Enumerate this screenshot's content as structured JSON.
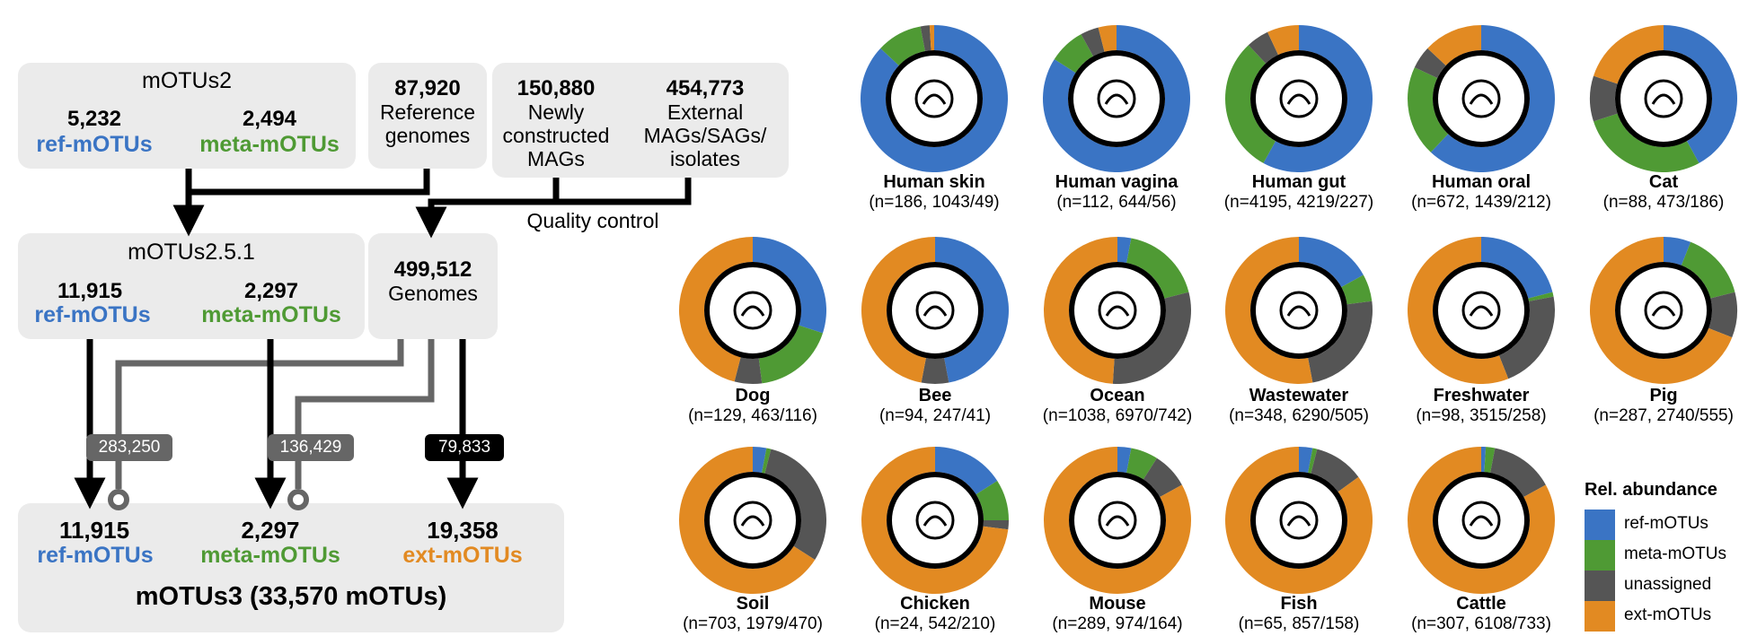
{
  "flow": {
    "motus2": {
      "title": "mOTUs2",
      "ref_count": "5,232",
      "ref_label": "ref-mOTUs",
      "meta_count": "2,494",
      "meta_label": "meta-mOTUs"
    },
    "reference": {
      "count": "87,920",
      "label_1": "Reference",
      "label_2": "genomes"
    },
    "newly": {
      "count": "150,880",
      "label_1": "Newly",
      "label_2": "constructed",
      "label_3": "MAGs"
    },
    "external": {
      "count": "454,773",
      "label_1": "External",
      "label_2": "MAGs/SAGs/",
      "label_3": "isolates"
    },
    "quality_control": "Quality control",
    "motus251": {
      "title": "mOTUs2.5.1",
      "ref_count": "11,915",
      "ref_label": "ref-mOTUs",
      "meta_count": "2,297",
      "meta_label": "meta-mOTUs"
    },
    "genomes": {
      "count": "499,512",
      "label": "Genomes"
    },
    "pills": {
      "ref_added": "283,250",
      "meta_added": "136,429",
      "ext_added": "79,833"
    },
    "motus3": {
      "ref_count": "11,915",
      "ref_label": "ref-mOTUs",
      "meta_count": "2,297",
      "meta_label": "meta-mOTUs",
      "ext_count": "19,358",
      "ext_label": "ext-mOTUs",
      "title": "mOTUs3 (33,570 mOTUs)"
    }
  },
  "colors": {
    "ref": "#3a74c4",
    "meta": "#4f9a34",
    "unassigned": "#555555",
    "ext": "#e28a22",
    "box": "#ebebeb"
  },
  "chart_data": {
    "type": "pie",
    "variant": "donut",
    "series_order": [
      "ref-mOTUs",
      "meta-mOTUs",
      "unassigned",
      "ext-mOTUs"
    ],
    "environments": [
      {
        "name": "Human skin",
        "stats": "(n=186, 1043/49)",
        "icon": "skin-icon",
        "values": [
          0.87,
          0.1,
          0.02,
          0.01
        ]
      },
      {
        "name": "Human vagina",
        "stats": "(n=112, 644/56)",
        "icon": "torso-icon",
        "values": [
          0.84,
          0.08,
          0.04,
          0.04
        ]
      },
      {
        "name": "Human gut",
        "stats": "(n=4195, 4219/227)",
        "icon": "gut-icon",
        "values": [
          0.58,
          0.3,
          0.05,
          0.07
        ]
      },
      {
        "name": "Human oral",
        "stats": "(n=672, 1439/212)",
        "icon": "mouth-icon",
        "values": [
          0.62,
          0.2,
          0.05,
          0.13
        ]
      },
      {
        "name": "Cat",
        "stats": "(n=88, 473/186)",
        "icon": "cat-icon",
        "values": [
          0.42,
          0.28,
          0.1,
          0.2
        ]
      },
      {
        "name": "Dog",
        "stats": "(n=129, 463/116)",
        "icon": "dog-icon",
        "values": [
          0.3,
          0.18,
          0.06,
          0.46
        ]
      },
      {
        "name": "Bee",
        "stats": "(n=94, 247/41)",
        "icon": "bee-icon",
        "values": [
          0.47,
          0.0,
          0.06,
          0.47
        ]
      },
      {
        "name": "Ocean",
        "stats": "(n=1038, 6970/742)",
        "icon": "boat-icon",
        "values": [
          0.03,
          0.18,
          0.3,
          0.49
        ]
      },
      {
        "name": "Wastewater",
        "stats": "(n=348, 6290/505)",
        "icon": "pipe-icon",
        "values": [
          0.17,
          0.06,
          0.24,
          0.53
        ]
      },
      {
        "name": "Freshwater",
        "stats": "(n=98, 3515/258)",
        "icon": "river-icon",
        "values": [
          0.21,
          0.01,
          0.22,
          0.56
        ]
      },
      {
        "name": "Pig",
        "stats": "(n=287, 2740/555)",
        "icon": "pig-icon",
        "values": [
          0.06,
          0.15,
          0.1,
          0.69
        ]
      },
      {
        "name": "Soil",
        "stats": "(n=703, 1979/470)",
        "icon": "plant-icon",
        "values": [
          0.03,
          0.01,
          0.3,
          0.66
        ]
      },
      {
        "name": "Chicken",
        "stats": "(n=24, 542/210)",
        "icon": "chicken-icon",
        "values": [
          0.16,
          0.09,
          0.02,
          0.73
        ]
      },
      {
        "name": "Mouse",
        "stats": "(n=289, 974/164)",
        "icon": "mouse-icon",
        "values": [
          0.03,
          0.06,
          0.08,
          0.83
        ]
      },
      {
        "name": "Fish",
        "stats": "(n=65, 857/158)",
        "icon": "fish-icon",
        "values": [
          0.03,
          0.01,
          0.11,
          0.85
        ]
      },
      {
        "name": "Cattle",
        "stats": "(n=307, 6108/733)",
        "icon": "cow-icon",
        "values": [
          0.01,
          0.02,
          0.14,
          0.83
        ]
      }
    ],
    "legend": {
      "title": "Rel. abundance",
      "items": [
        "ref-mOTUs",
        "meta-mOTUs",
        "unassigned",
        "ext-mOTUs"
      ]
    }
  }
}
